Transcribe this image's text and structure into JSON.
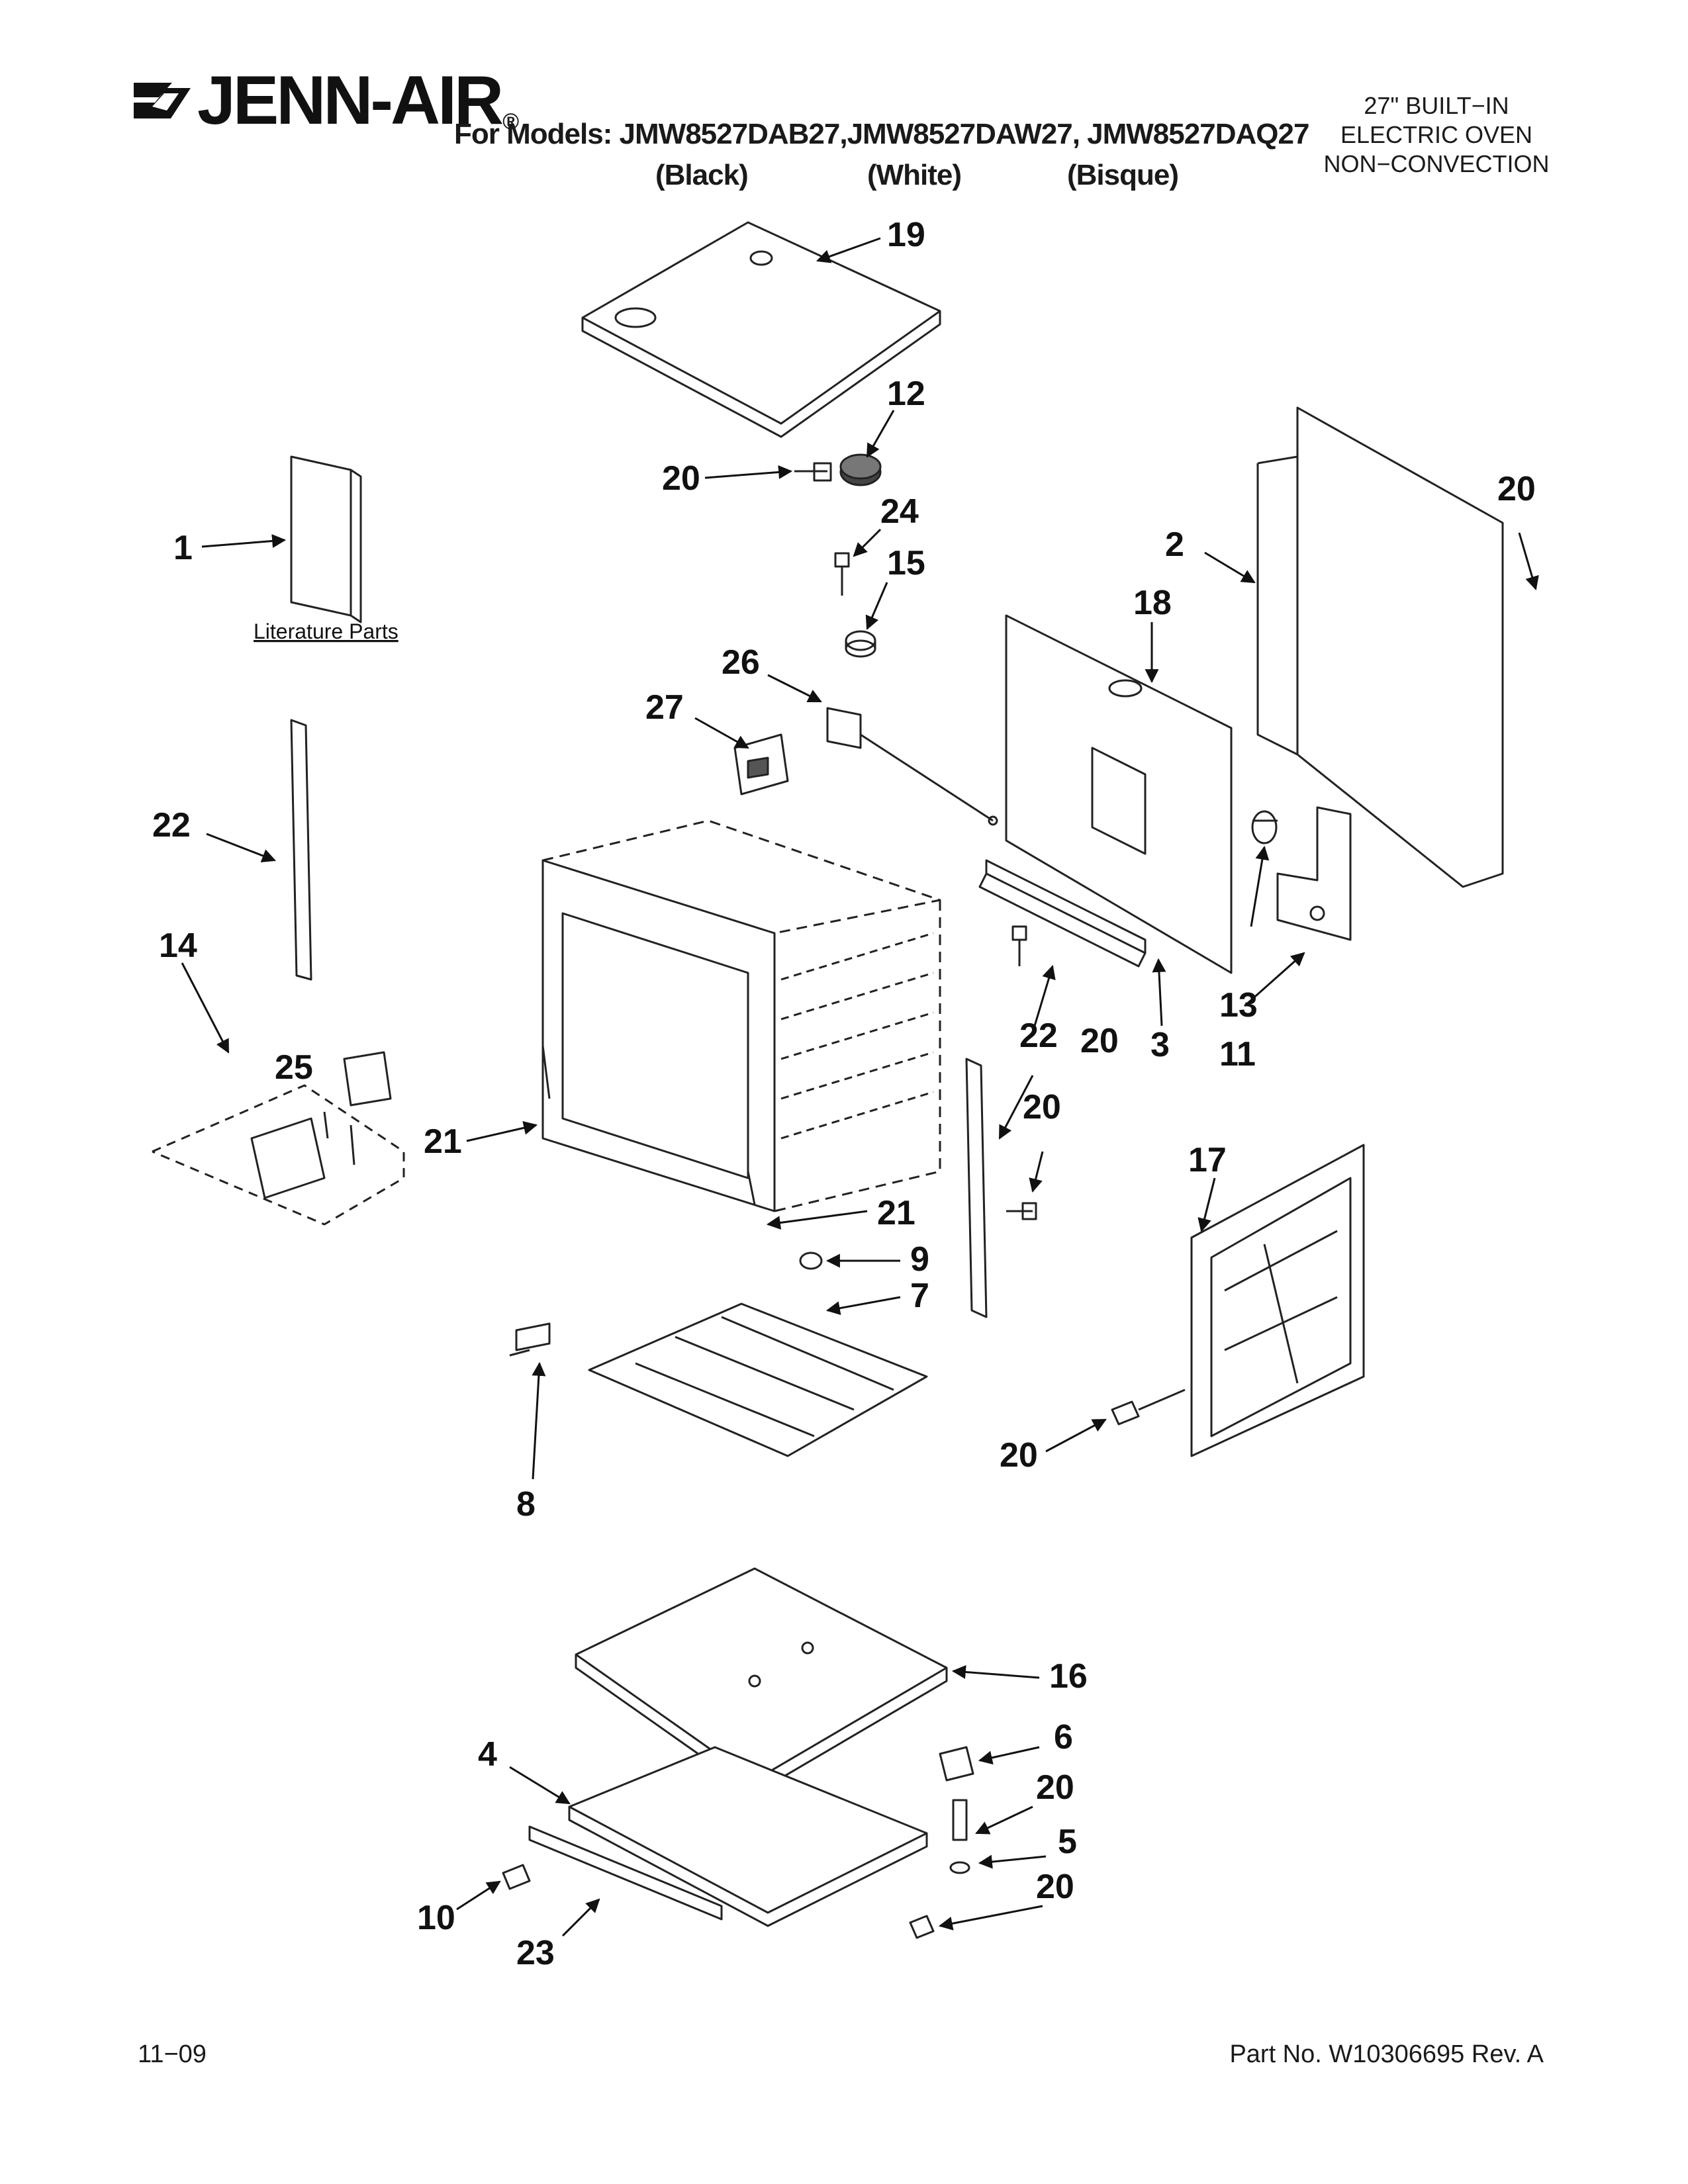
{
  "header": {
    "brand": "JENN-AIR",
    "brand_reg": "®",
    "models_line": "For Models: JMW8527DAB27,JMW8527DAW27, JMW8527DAQ27",
    "colors": [
      "(Black)",
      "(White)",
      "(Bisque)"
    ],
    "title_lines": [
      "27\" BUILT−IN",
      "ELECTRIC OVEN",
      "NON−CONVECTION"
    ]
  },
  "literature": {
    "label": "Literature Parts"
  },
  "callouts": [
    {
      "id": "19",
      "text": "19"
    },
    {
      "id": "12",
      "text": "12"
    },
    {
      "id": "20a",
      "text": "20"
    },
    {
      "id": "24",
      "text": "24"
    },
    {
      "id": "15",
      "text": "15"
    },
    {
      "id": "1",
      "text": "1"
    },
    {
      "id": "2",
      "text": "2"
    },
    {
      "id": "20b",
      "text": "20"
    },
    {
      "id": "18",
      "text": "18"
    },
    {
      "id": "26",
      "text": "26"
    },
    {
      "id": "27",
      "text": "27"
    },
    {
      "id": "22a",
      "text": "22"
    },
    {
      "id": "14",
      "text": "14"
    },
    {
      "id": "25",
      "text": "25"
    },
    {
      "id": "21a",
      "text": "21"
    },
    {
      "id": "21b",
      "text": "21"
    },
    {
      "id": "13",
      "text": "13"
    },
    {
      "id": "11",
      "text": "11"
    },
    {
      "id": "22b",
      "text": "22"
    },
    {
      "id": "20c",
      "text": "20"
    },
    {
      "id": "3",
      "text": "3"
    },
    {
      "id": "20d",
      "text": "20"
    },
    {
      "id": "17",
      "text": "17"
    },
    {
      "id": "9",
      "text": "9"
    },
    {
      "id": "7",
      "text": "7"
    },
    {
      "id": "8",
      "text": "8"
    },
    {
      "id": "20e",
      "text": "20"
    },
    {
      "id": "16",
      "text": "16"
    },
    {
      "id": "6",
      "text": "6"
    },
    {
      "id": "4",
      "text": "4"
    },
    {
      "id": "20f",
      "text": "20"
    },
    {
      "id": "5",
      "text": "5"
    },
    {
      "id": "20g",
      "text": "20"
    },
    {
      "id": "10",
      "text": "10"
    },
    {
      "id": "23",
      "text": "23"
    }
  ],
  "footer": {
    "date": "11−09",
    "part_number": "Part No. W10306695 Rev. A"
  }
}
